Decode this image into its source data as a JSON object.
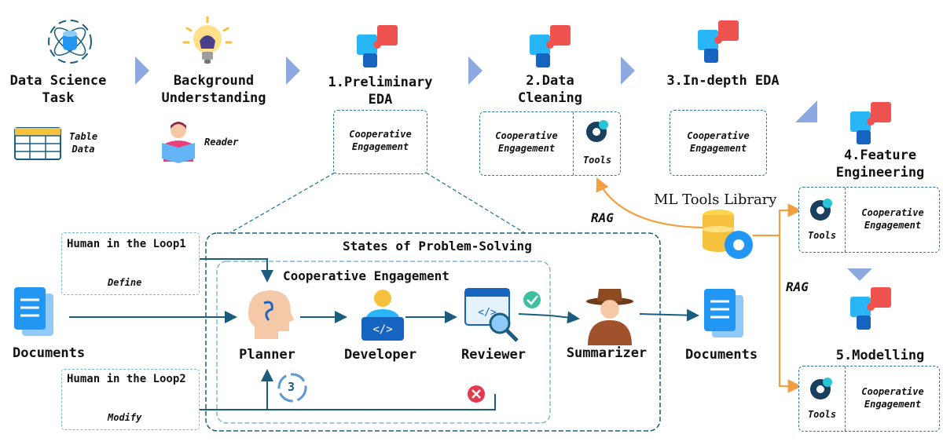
{
  "top_stages": {
    "task": {
      "line1": "Data Science",
      "line2": "Task"
    },
    "background": {
      "line1": "Background",
      "line2": "Understanding"
    },
    "eda1": {
      "line1": "1.Preliminary",
      "line2": "EDA"
    },
    "clean": {
      "line1": "2.Data",
      "line2": "Cleaning"
    },
    "eda3": {
      "line1": "3.In-depth EDA"
    },
    "feature": {
      "line1": "4.Feature",
      "line2": "Engineering"
    },
    "model": {
      "line1": "5.Modelling"
    }
  },
  "aux_labels": {
    "table_line1": "Table",
    "table_line2": "Data",
    "reader": "Reader"
  },
  "coop": {
    "line1": "Cooperative",
    "line2": "Engagement"
  },
  "tools_label": "Tools",
  "ml_library": "ML Tools Library",
  "rag_label": "RAG",
  "states_title": "States of Problem-Solving",
  "coop_title": "Cooperative Engagement",
  "hitl": {
    "loop1": "Human in the Loop1",
    "loop2": "Human in the Loop2",
    "define": "Define",
    "modify": "Modify"
  },
  "documents_label": "Documents",
  "agents": {
    "planner": "Planner",
    "developer": "Developer",
    "reviewer": "Reviewer",
    "summarizer": "Summarizer"
  },
  "iteration_badge": "3",
  "colors": {
    "teal": "#1a5d7e",
    "orange": "#f0a040",
    "accent_blue": "#2196f3",
    "red_puzzle": "#ef5350",
    "chevron": "#8ea9e0"
  }
}
